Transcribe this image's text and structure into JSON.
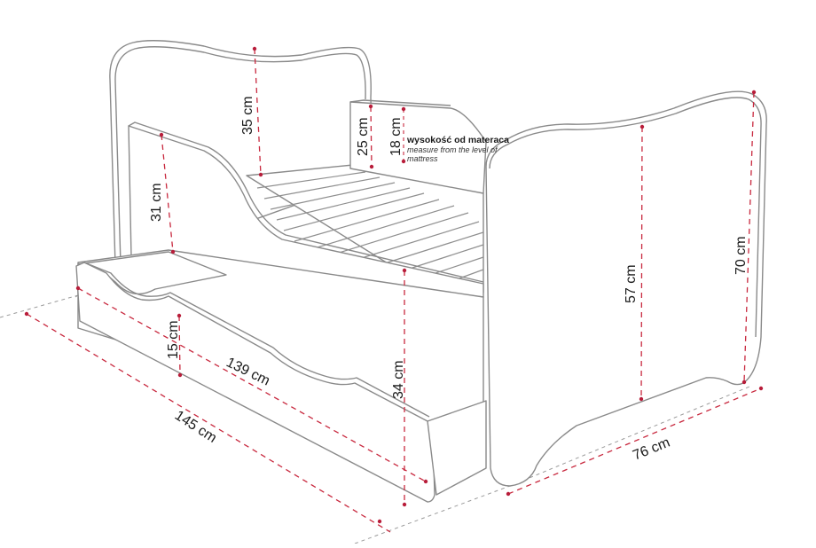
{
  "diagram": {
    "subject": "Children's bed with storage drawer – dimensions",
    "accent_color": "#c8283e",
    "line_color": "#8a8a8a",
    "dimensions": {
      "headboard_above_frame": "35 cm",
      "side_rail_height": "31 cm",
      "footboard_inner_height": "25 cm",
      "mattress_clearance": "18 cm",
      "footboard_panel_height": "57 cm",
      "footboard_total_height": "70 cm",
      "drawer_height": "15 cm",
      "drawer_length": "139 cm",
      "frame_height": "34 cm",
      "total_length": "145 cm",
      "total_width": "76 cm"
    },
    "note": {
      "polish": "wysokość od materaca",
      "english_line1": "measure from the level of",
      "english_line2": "mattress"
    }
  }
}
